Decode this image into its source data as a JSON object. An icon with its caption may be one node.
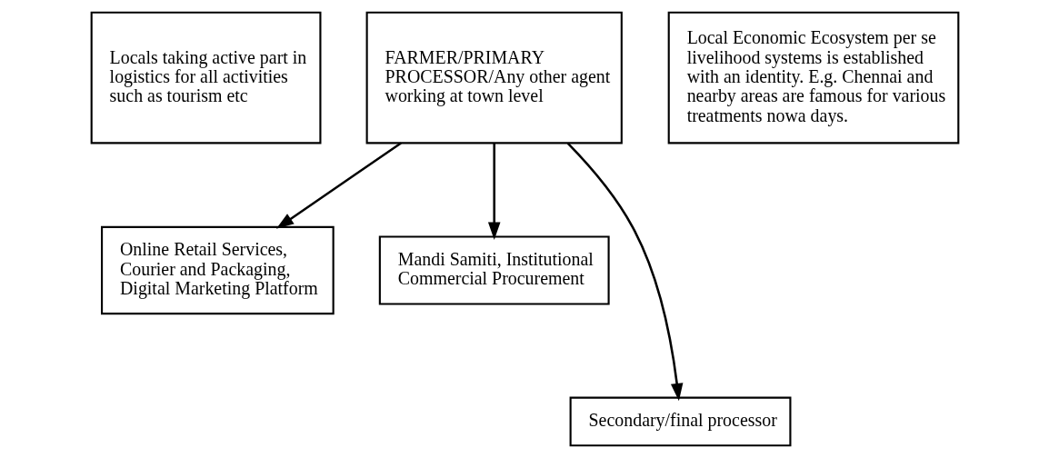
{
  "diagram": {
    "nodes": [
      {
        "text": [
          "Locals taking active part in logistics for all activities such as tourism etc"
        ]
      },
      {
        "text": [
          "FARMER/PRIMARY PROCESSOR/Any other agent working at town level"
        ]
      },
      {
        "text": [
          "Local Economic Ecosystem per se livelihood systems is established with an identity. E.g. Chennai and nearby areas are famous for various treatments nowa days."
        ]
      },
      {
        "text": [
          "Online Retail Services, Courier and Packaging, Digital Marketing Platform"
        ]
      },
      {
        "text": [
          "Mandi Samiti, Institutional Commercial Procurement"
        ]
      },
      {
        "text": [
          "Secondary/final processor"
        ]
      }
    ],
    "edges": [
      {
        "from": 1,
        "to": 3,
        "arrow": "to"
      },
      {
        "from": 1,
        "to": 5,
        "arrow": "to"
      },
      {
        "from": 1,
        "to": 4,
        "arrow": "to"
      }
    ]
  }
}
